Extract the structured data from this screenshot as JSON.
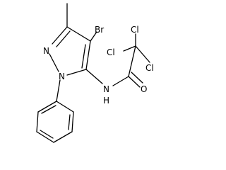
{
  "molecule": {
    "atoms": {
      "br": "Br",
      "n_ring_top": "N",
      "n_ring_bottom": "N",
      "nh": "N",
      "h": "H",
      "o": "O",
      "cl_top": "Cl",
      "cl_left": "Cl",
      "cl_right": "Cl"
    }
  },
  "colors": {
    "bond": "#000000",
    "label": "#000000",
    "background": "#ffffff"
  }
}
